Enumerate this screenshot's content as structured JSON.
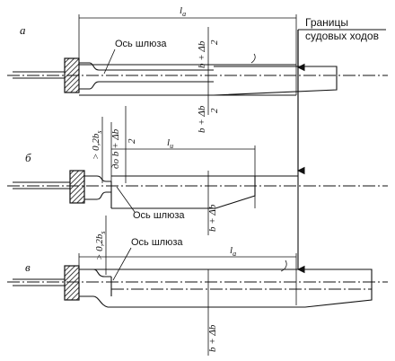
{
  "legend": {
    "title_line1": "Границы",
    "title_line2": "судовых ходов"
  },
  "panels": {
    "a": {
      "letter": "а",
      "length_label": "l",
      "length_sub": "a",
      "axis_label": "Ось шлюза",
      "upper_dim": "b + Δb",
      "upper_den": "2",
      "lower_dim": "b + Δb",
      "lower_den": "2"
    },
    "b": {
      "letter": "б",
      "length_label": "l",
      "length_sub": "u",
      "axis_label": "Ось шлюза",
      "min_label": "> 0,2b",
      "min_sub": "s",
      "frac_num": "до b + Δb",
      "frac_den": "2",
      "width_dim": "b + Δb"
    },
    "c": {
      "letter": "в",
      "length_label": "l",
      "length_sub": "a",
      "axis_label": "Ось шлюза",
      "min_label": "> 0,2b",
      "min_sub": "s",
      "width_dim": "b + Δb"
    }
  }
}
